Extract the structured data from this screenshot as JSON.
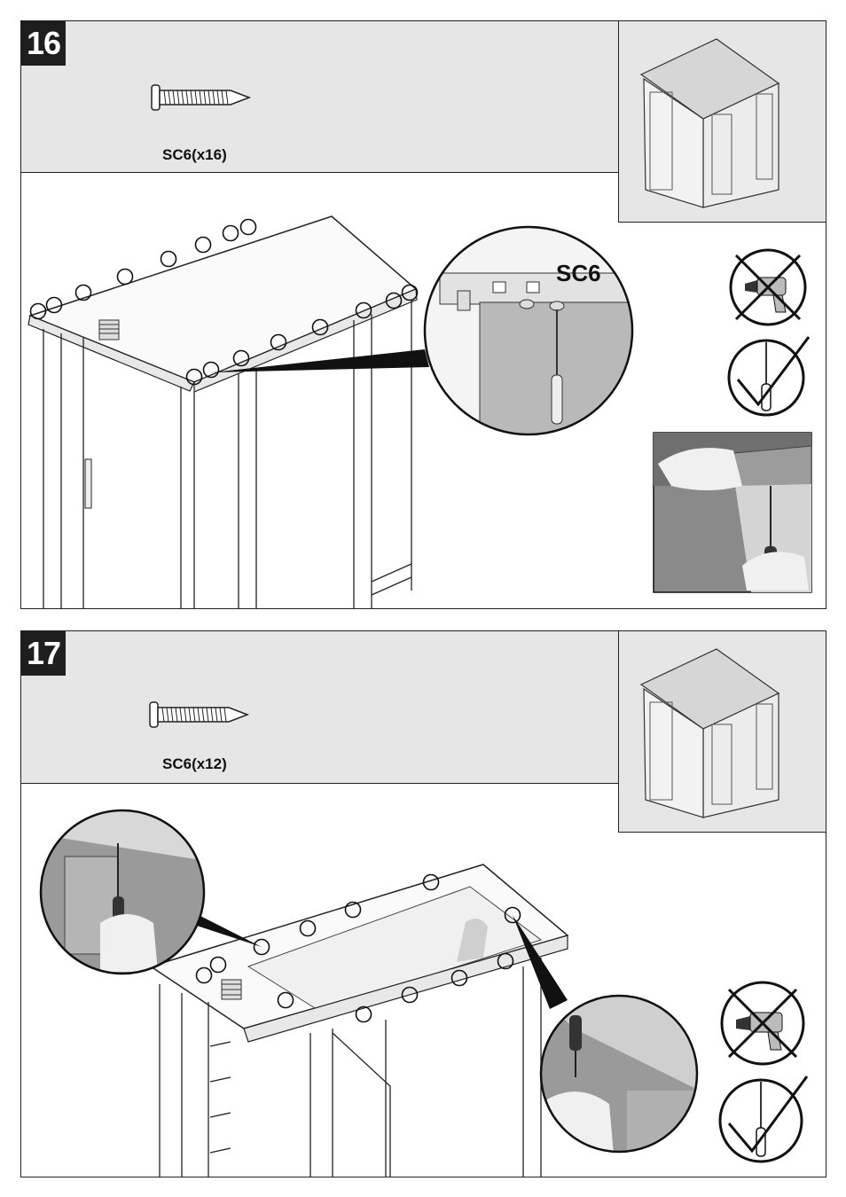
{
  "steps": [
    {
      "number": "16",
      "part_label": "SC6(x16)",
      "callout_label": "SC6",
      "screw_icon": "screw-icon",
      "tool_prohibited": "power-drill-icon",
      "tool_allowed": "screwdriver-icon"
    },
    {
      "number": "17",
      "part_label": "SC6(x12)",
      "screw_icon": "screw-icon",
      "tool_prohibited": "power-drill-icon",
      "tool_allowed": "screwdriver-icon"
    }
  ],
  "colors": {
    "panel_gray": "#e6e6e6",
    "step_badge": "#1e1e1e",
    "outline": "#222222"
  }
}
